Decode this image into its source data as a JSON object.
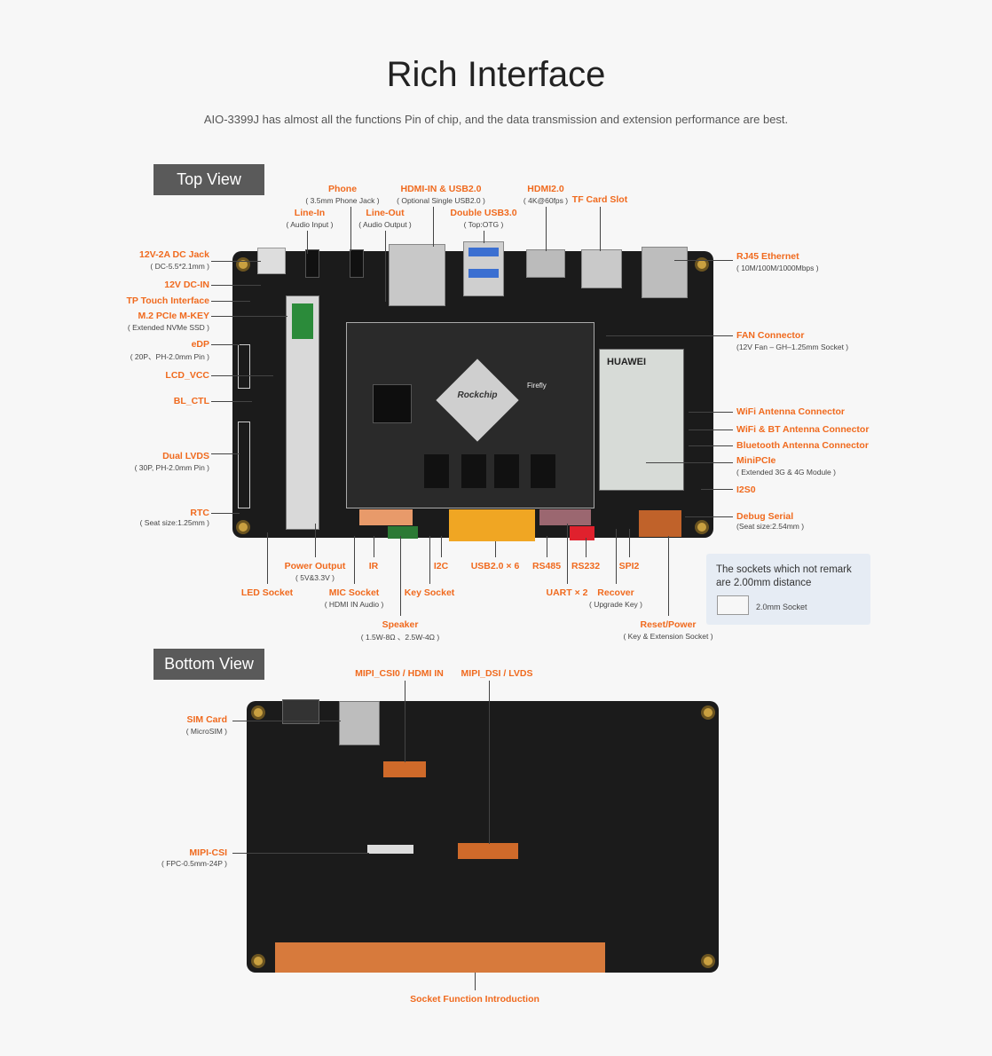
{
  "title": "Rich Interface",
  "subtitle": "AIO-3399J has almost all the functions Pin of chip, and the data transmission and extension performance are best.",
  "top_view_label": "Top View",
  "bottom_view_label": "Bottom View",
  "note": {
    "line1": "The sockets which not remark",
    "line2": "are 2.00mm distance",
    "socket_label": "2.0mm Socket"
  },
  "top_labels": {
    "dc_jack": "12V-2A DC Jack",
    "dc_jack_sub": "( DC-5.5*2.1mm )",
    "dc_in": "12V DC-IN",
    "tp_touch": "TP Touch Interface",
    "m2": "M.2 PCIe M-KEY",
    "m2_sub": "( Extended NVMe SSD )",
    "edp": "eDP",
    "edp_sub": "( 20P、PH-2.0mm Pin )",
    "lcd_vcc": "LCD_VCC",
    "bl_ctl": "BL_CTL",
    "dual_lvds": "Dual LVDS",
    "dual_lvds_sub": "( 30P, PH-2.0mm Pin )",
    "rtc": "RTC",
    "rtc_sub": "( Seat size:1.25mm )",
    "phone": "Phone",
    "phone_sub": "( 3.5mm Phone Jack )",
    "line_in": "Line-In",
    "line_in_sub": "( Audio Input )",
    "line_out": "Line-Out",
    "line_out_sub": "( Audio Output )",
    "hdmi_in_usb": "HDMI-IN & USB2.0",
    "hdmi_in_usb_sub": "( Optional Single USB2.0 )",
    "double_usb3": "Double USB3.0",
    "double_usb3_sub": "( Top:OTG )",
    "hdmi2": "HDMI2.0",
    "hdmi2_sub": "( 4K@60fps )",
    "tf_card": "TF Card Slot",
    "rj45": "RJ45 Ethernet",
    "rj45_sub": "( 10M/100M/1000Mbps )",
    "fan": "FAN Connector",
    "fan_sub": "(12V Fan – GH–1.25mm Socket )",
    "wifi_ant": "WiFi Antenna Connector",
    "wifi_bt_ant": "WiFi & BT Antenna Connector",
    "bt_ant": "Bluetooth Antenna Connector",
    "minipcie": "MiniPCIe",
    "minipcie_sub": "( Extended 3G & 4G Module )",
    "i2s0": "I2S0",
    "debug": "Debug Serial",
    "debug_sub": "(Seat size:2.54mm )",
    "power_out": "Power Output",
    "power_out_sub": "( 5V&3.3V )",
    "ir": "IR",
    "i2c": "I2C",
    "usb2x6": "USB2.0 × 6",
    "rs485": "RS485",
    "rs232": "RS232",
    "spi2": "SPI2",
    "led_socket": "LED Socket",
    "mic_socket": "MIC Socket",
    "mic_socket_sub": "( HDMI IN Audio )",
    "key_socket": "Key Socket",
    "uart": "UART × 2",
    "recover": "Recover",
    "recover_sub": "( Upgrade Key )",
    "speaker": "Speaker",
    "speaker_sub": "( 1.5W-8Ω 、2.5W-4Ω )",
    "reset_power": "Reset/Power",
    "reset_power_sub": "( Key & Extension Socket )"
  },
  "bottom_labels": {
    "mipi_csi0": "MIPI_CSI0 / HDMI IN",
    "mipi_dsi": "MIPI_DSI / LVDS",
    "sim": "SIM Card",
    "sim_sub": "( MicroSIM )",
    "mipi_csi": "MIPI-CSI",
    "mipi_csi_sub": "( FPC-0.5mm-24P )",
    "socket_func": "Socket Function Introduction"
  },
  "board_text": {
    "rockchip": "Rockchip",
    "huawei": "HUAWEI",
    "firefly": "Firefly"
  },
  "colors": {
    "accent": "#f06a1e",
    "pcb": "#1b1b1b",
    "section_button": "#5a5a5a",
    "note_bg": "#e6ecf4"
  }
}
